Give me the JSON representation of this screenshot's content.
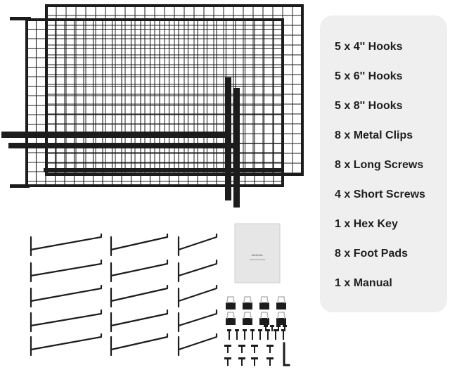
{
  "colors": {
    "metal": "#1c1c1c",
    "panel_background": "#efefef",
    "panel_text": "#1f1f1f",
    "clip_silver": "#b8b8b8",
    "manual_paper": "#e6e6e6"
  },
  "parts_list": [
    "5 x 4'' Hooks",
    "5 x 6'' Hooks",
    "5 x 8'' Hooks",
    "8 x Metal Clips",
    "8 x Long Screws",
    "4 x Short Screws",
    "1 x Hex Key",
    "8 x Foot Pads",
    "1 x Manual"
  ],
  "manual": {
    "title_lines": [
      "MANUAL",
      "INSTRUCTIONS"
    ]
  }
}
